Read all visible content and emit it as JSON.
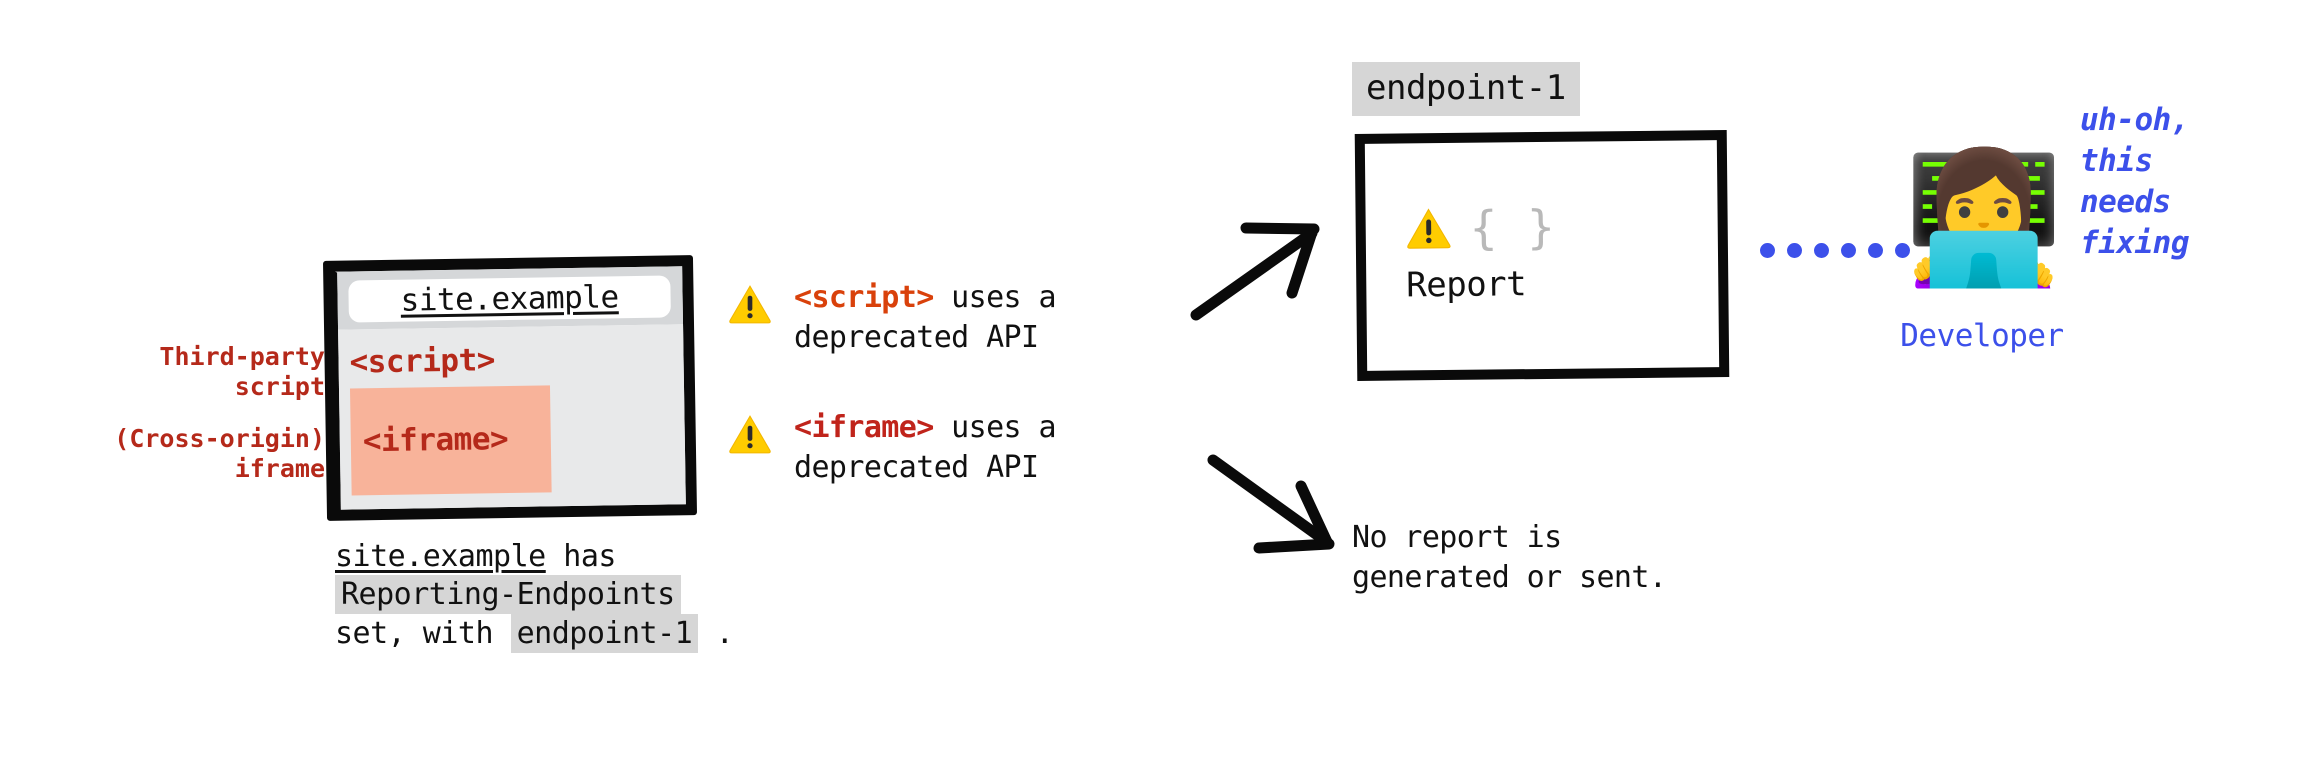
{
  "left_annotations": [
    {
      "lines": [
        "Third-party",
        "script"
      ]
    },
    {
      "lines": [
        "(Cross-origin)",
        "iframe"
      ]
    }
  ],
  "browser": {
    "url": "site.example",
    "script_tag": "<script>",
    "iframe_tag": "<iframe>"
  },
  "browser_caption": {
    "site": "site.example",
    "has": " has",
    "header": "Reporting-Endpoints",
    "set_with": "set, with ",
    "endpoint": "endpoint-1",
    "period": " ."
  },
  "warnings": [
    {
      "icon": "warning-triangle-icon",
      "tag": "<script>",
      "tag_color": "#d9410b",
      "line1_rest": " uses a",
      "line2": "deprecated API"
    },
    {
      "icon": "warning-triangle-icon",
      "tag": "<iframe>",
      "tag_color": "#c0241b",
      "line1_rest": " uses a",
      "line2": "deprecated API"
    }
  ],
  "arrows": [
    {
      "name": "arrow-up-to-report",
      "direction": "up-right"
    },
    {
      "name": "arrow-down-to-no-report",
      "direction": "down-right"
    }
  ],
  "report": {
    "badge": "endpoint-1",
    "warning_icon": "warning-triangle-icon",
    "braces_icon": "{ }",
    "label": "Report"
  },
  "no_report": {
    "line1": "No report is",
    "line2": "generated or sent."
  },
  "connector": {
    "name": "dotted-connector",
    "dot_count": 6,
    "color": "#3c50ea"
  },
  "developer": {
    "emoji": "👩‍💻",
    "label": "Developer",
    "speech_lines": [
      "uh-oh,",
      "this",
      "needs",
      "fixing"
    ],
    "color": "#3c50ea"
  },
  "colors": {
    "red": "#b5291a",
    "orange": "#d9410b",
    "blue": "#3c50ea",
    "chip_gray": "#d6d6d6",
    "iframe_highlight": "#f8b39a",
    "warning_yellow": "#ffcc00"
  }
}
